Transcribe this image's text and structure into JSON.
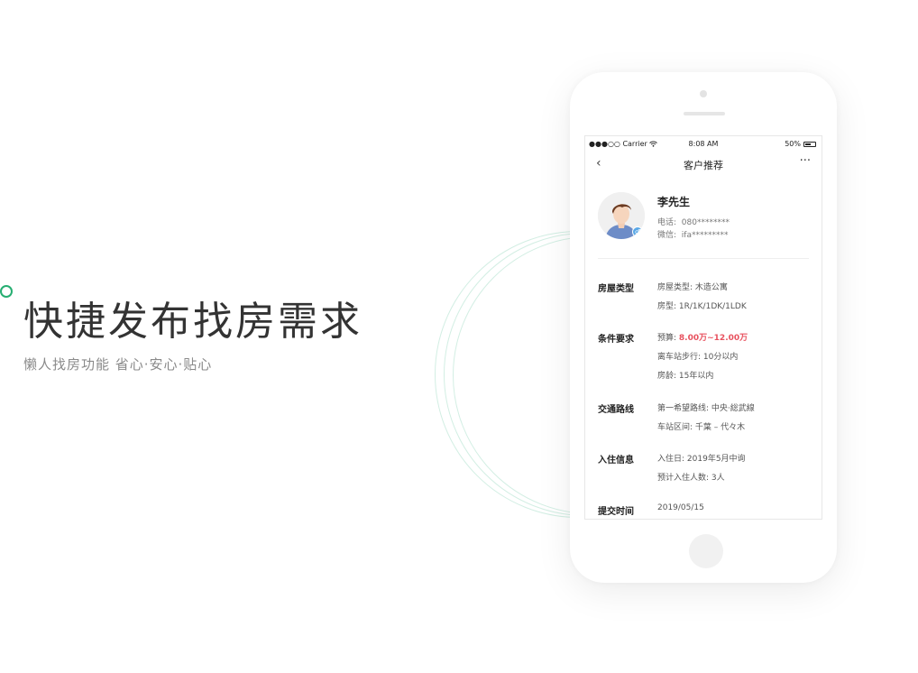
{
  "promo": {
    "headline": "快捷发布找房需求",
    "subline": "懒人找房功能 省心·安心·贴心"
  },
  "status_bar": {
    "carrier": "●●●○○ Carrier",
    "time": "8:08 AM",
    "battery": "50%"
  },
  "nav": {
    "back": "‹",
    "title": "客户推荐",
    "more": "···"
  },
  "customer": {
    "name": "李先生",
    "phone_label": "电话:",
    "phone": "080********",
    "wechat_label": "微信:",
    "wechat": "ifa*********"
  },
  "sections": {
    "house_type": {
      "label": "房屋类型",
      "building_label": "房屋类型:",
      "building": "木造公寓",
      "layout_label": "房型:",
      "layout": "1R/1K/1DK/1LDK"
    },
    "conditions": {
      "label": "条件要求",
      "budget_label": "预算:",
      "budget": "8.00万~12.00万",
      "walk_label": "离车站步行:",
      "walk": "10分以内",
      "age_label": "房龄:",
      "age": "15年以内"
    },
    "route": {
      "label": "交通路线",
      "line_label": "第一希望路线:",
      "line": "中央·総武線",
      "station_label": "车站区间:",
      "station": "千葉 – 代々木"
    },
    "move_in": {
      "label": "入住信息",
      "date_label": "入住日:",
      "date": "2019年5月中询",
      "people_label": "预计入住人数:",
      "people": "3人"
    },
    "submitted": {
      "label": "提交时间",
      "date": "2019/05/15"
    }
  },
  "colors": {
    "accent": "#27ae72",
    "highlight": "#e8525f",
    "badge": "#5aa8e6"
  }
}
